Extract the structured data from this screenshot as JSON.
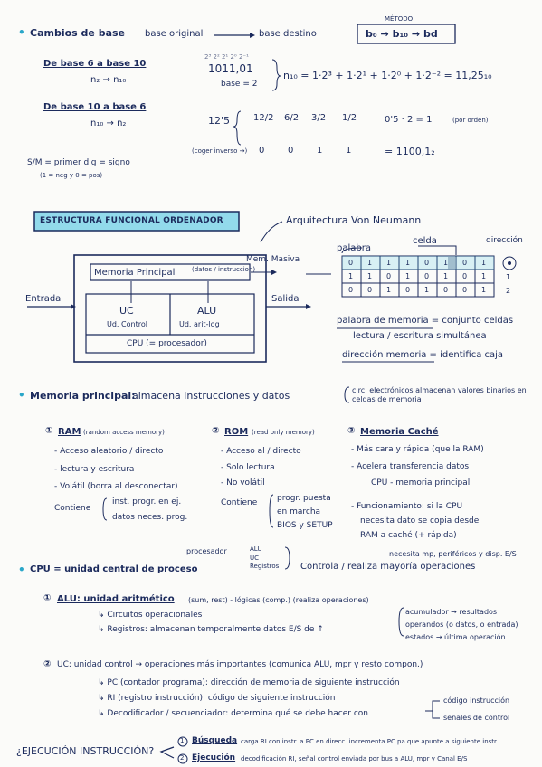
{
  "bases": {
    "title": "Cambios de base",
    "original": "base original",
    "destino": "base destino",
    "metodo_label": "MÉTODO",
    "metodo_box": "b₀ → b₁₀ → bd",
    "b6_to_b10": "De base 6 a base 10",
    "n2_to_n10": "n₂ → n₁₀",
    "powers": "2³ 2² 2¹ 2⁰ 2⁻¹",
    "binary": "1011,01",
    "base2": "base = 2",
    "formula": "n₁₀ = 1·2³ + 1·2¹ + 1·2⁰ + 1·2⁻² = 11,25₁₀",
    "b10_to_b6": "De base 10 a base 6",
    "n10_to_n2": "n₁₀ → n₂",
    "div_start": "12'5",
    "fractions": [
      "12/2",
      "6/2",
      "3/2",
      "1/2"
    ],
    "frac_result": "0'5 · 2 = 1",
    "por_orden": "(por orden)",
    "cocientes": "(coger inverso →)",
    "digits": [
      "0",
      "0",
      "1",
      "1"
    ],
    "result": "= 1100,1₂",
    "sm": "S/M = primer dig = signo",
    "sm_note": "(1 = neg y 0 = pos)"
  },
  "estructura": {
    "banner": "ESTRUCTURA FUNCIONAL ORDENADOR",
    "von_neumann": "Arquitectura Von Neumann",
    "memoria_principal": "Memoria Principal",
    "datos_instr": "(datos / instruccion)",
    "mem_masiva": "Mem. Masiva",
    "uc": "UC",
    "uc_sub": "Ud. Control",
    "alu": "ALU",
    "alu_sub": "Ud. arit-log",
    "cpu": "CPU (= procesador)",
    "entrada": "Entrada",
    "salida": "Salida",
    "palabra": "palabra",
    "celda": "celda",
    "direccion": "dirección",
    "grid": [
      [
        "0",
        "1",
        "1",
        "1",
        "0",
        "1",
        "0",
        "1"
      ],
      [
        "1",
        "1",
        "0",
        "1",
        "0",
        "1",
        "0",
        "1"
      ],
      [
        "0",
        "0",
        "1",
        "0",
        "1",
        "0",
        "0",
        "1"
      ]
    ],
    "row_nums": [
      "1",
      "2"
    ],
    "def_palabra": "palabra de memoria = conjunto celdas",
    "def_lectura": "lectura / escritura simultánea",
    "def_direccion": "dirección memoria = identifica caja"
  },
  "memoria": {
    "title": "Memoria principal:",
    "title_desc": "almacena instrucciones y datos",
    "side_note": "circ. electrónicos almacenan valores binarios en celdas de memoria",
    "ram_title": "RAM",
    "ram_sub": "(random access memory)",
    "ram_items": [
      "- Acceso aleatorio / directo",
      "- lectura y escritura",
      "- Volátil (borra al desconectar)"
    ],
    "ram_contiene": "Contiene",
    "ram_cont_items": [
      "inst. progr. en ej.",
      "datos neces. prog."
    ],
    "rom_title": "ROM",
    "rom_sub": "(read only memory)",
    "rom_items": [
      "- Acceso al / directo",
      "- Solo lectura",
      "- No volátil"
    ],
    "rom_contiene": "Contiene",
    "rom_cont_items": [
      "progr. puesta",
      "en marcha",
      "BIOS y SETUP"
    ],
    "cache_title": "Memoria Caché",
    "cache_items": [
      "- Más cara y rápida (que la RAM)",
      "- Acelera transferencia datos",
      "CPU - memoria principal",
      "- Funcionamiento: si la CPU",
      "necesita dato se copia desde",
      "RAM a caché (+ rápida)"
    ]
  },
  "cpu": {
    "title": "CPU = unidad central de proceso",
    "procesador": "procesador",
    "parts": [
      "ALU",
      "UC",
      "Registros"
    ],
    "controla": "Controla / realiza mayoría operaciones",
    "recursos": "necesita mp, periféricos y disp. E/S",
    "alu_title": "ALU: unidad aritmético",
    "alu_title2": "(sum, rest) - lógicas (comp.) (realiza operaciones)",
    "alu_items": [
      "↳ Circuitos operacionales",
      "↳ Registros: almacenan temporalmente datos E/S de ↑"
    ],
    "alu_regs": [
      "acumulador → resultados",
      "operandos (o datos, o entrada)",
      "estados → última operación"
    ],
    "uc_title": "UC: unidad control → operaciones más importantes (comunica ALU, mpr y resto compon.)",
    "uc_items": [
      "↳ PC (contador programa): dirección de memoria de siguiente instrucción",
      "↳ RI (registro instrucción): código de siguiente instrucción",
      "↳ Decodificador / secuenciador: determina qué se debe hacer con"
    ],
    "uc_out": [
      "código instrucción",
      "señales de control"
    ]
  },
  "ejecucion": {
    "question": "¿EJECUCIÓN INSTRUCCIÓN?",
    "steps": [
      {
        "num": "1",
        "name": "Búsqueda",
        "desc": "carga RI con instr. a PC en direcc. incrementa PC pa que apunte a siguiente instr."
      },
      {
        "num": "2",
        "name": "Ejecución",
        "desc": "decodificación RI, señal control enviada por bus a ALU, mpr y Canal E/S"
      }
    ]
  }
}
